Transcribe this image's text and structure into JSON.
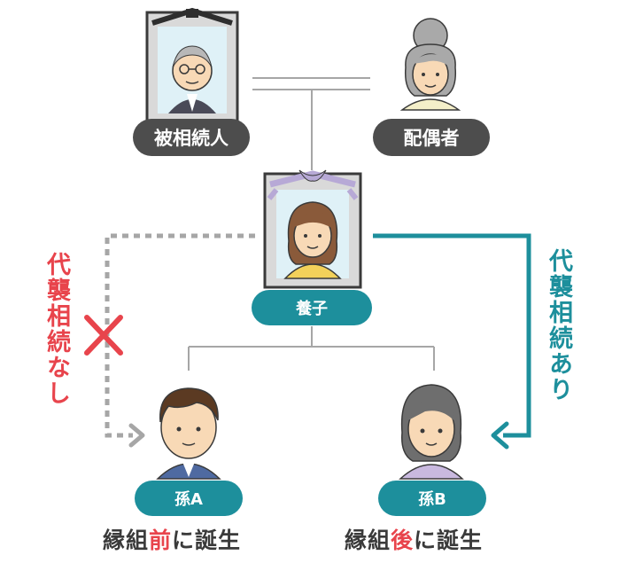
{
  "nodes": {
    "deceased": "被相続人",
    "spouse": "配偶者",
    "adopted_child": "養子",
    "grandchild_a": "孫A",
    "grandchild_b": "孫B"
  },
  "captions": {
    "a": {
      "pre": "縁組",
      "highlight": "前",
      "post": "に誕生"
    },
    "b": {
      "pre": "縁組",
      "highlight": "後",
      "post": "に誕生"
    }
  },
  "side_labels": {
    "no_inheritance": "代襲相続なし",
    "has_inheritance": "代襲相続あり"
  },
  "colors": {
    "teal": "#1d8f9c",
    "red": "#e8444c",
    "dark_pill": "#4d4d4d",
    "line": "#a6a6a6"
  }
}
